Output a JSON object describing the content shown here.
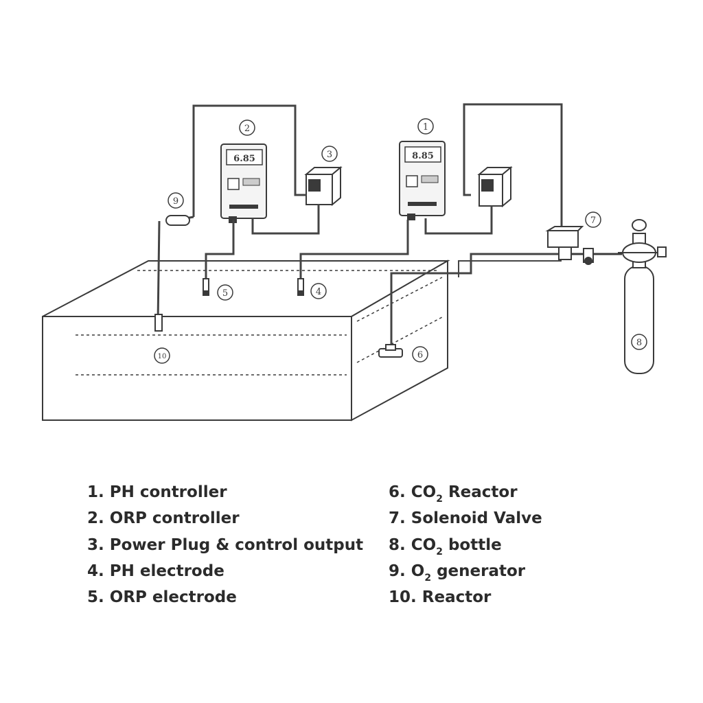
{
  "callouts": {
    "c1": "1",
    "c2": "2",
    "c3": "3",
    "c4": "4",
    "c5": "5",
    "c6": "6",
    "c7": "7",
    "c8": "8",
    "c9": "9",
    "c10": "10"
  },
  "meters": {
    "ph_display": "8.85",
    "orp_display": "6.85"
  },
  "legend": {
    "left": [
      {
        "num": "1.",
        "text": "PH controller"
      },
      {
        "num": "2.",
        "text": "ORP controller"
      },
      {
        "num": "3.",
        "text": "Power Plug & control output"
      },
      {
        "num": "4.",
        "text": "PH electrode"
      },
      {
        "num": "5.",
        "text": "ORP electrode"
      }
    ],
    "right": [
      {
        "num": "6.",
        "pre": "CO",
        "sub": "2",
        "post": " Reactor"
      },
      {
        "num": "7.",
        "text": "Solenoid Valve"
      },
      {
        "num": "8.",
        "pre": "CO",
        "sub": "2",
        "post": " bottle"
      },
      {
        "num": "9.",
        "pre": "O",
        "sub": "2",
        "post": " generator"
      },
      {
        "num": "10.",
        "text": "Reactor"
      }
    ]
  },
  "colors": {
    "line": "#3a3a3a",
    "text": "#2b2b2b",
    "background": "#ffffff"
  }
}
